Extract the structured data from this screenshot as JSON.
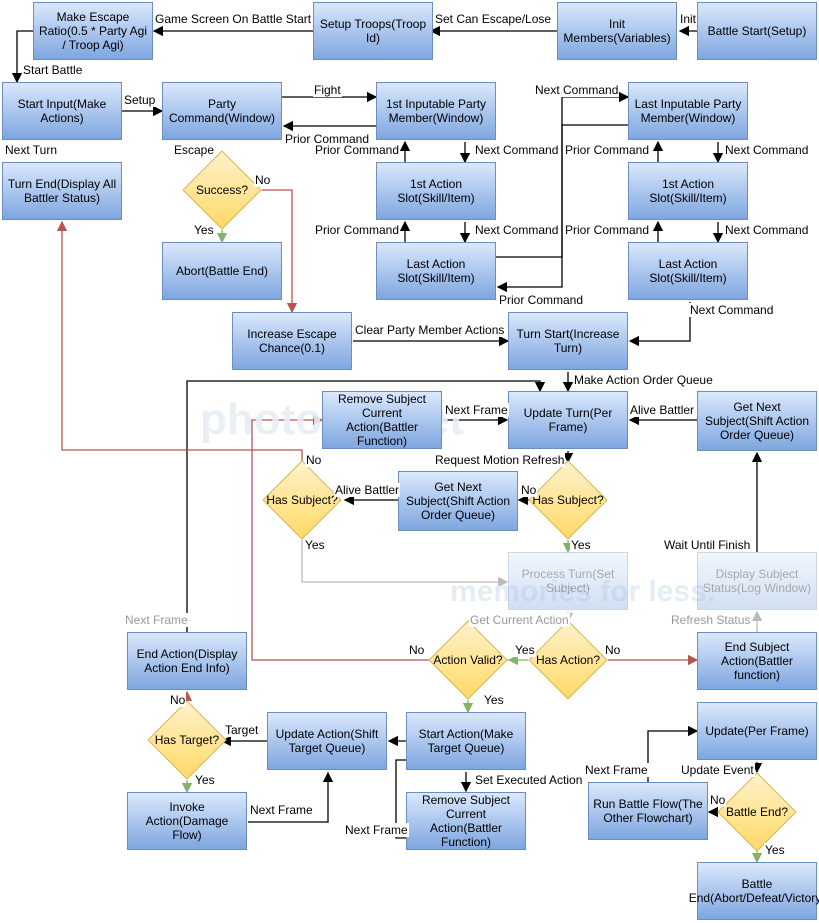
{
  "colors": {
    "box_top": "#dae8fc",
    "box_bottom": "#7ea6e0",
    "box_border": "#6c8ebf",
    "diamond_top": "#fff2cc",
    "diamond_bottom": "#ffd966",
    "diamond_border": "#d6b656",
    "edge": "#000000",
    "edge_no": "#b85450",
    "edge_yes": "#82b366"
  },
  "nodes": {
    "battle_start": "Battle Start(Setup)",
    "init_members": "Init Members(Variables)",
    "setup_troops": "Setup Troops(Troop Id)",
    "make_escape_ratio": "Make Escape Ratio(0.5 * Party Agi / Troop Agi)",
    "start_input": "Start Input(Make Actions)",
    "party_command": "Party Command(Window)",
    "first_party_member": "1st Inputable Party Member(Window)",
    "last_party_member": "Last Inputable Party Member(Window)",
    "turn_end": "Turn End(Display All Battler Status)",
    "success": "Success?",
    "first_slot_left": "1st Action Slot(Skill/Item)",
    "first_slot_right": "1st Action Slot(Skill/Item)",
    "abort": "Abort(Battle End)",
    "last_slot_left": "Last Action Slot(Skill/Item)",
    "last_slot_right": "Last Action Slot(Skill/Item)",
    "increase_escape": "Increase Escape Chance(0.1)",
    "turn_start": "Turn Start(Increase Turn)",
    "remove_subject_top": "Remove Subject Current Action(Battler Function)",
    "update_turn": "Update Turn(Per Frame)",
    "get_next_subject_right": "Get Next Subject(Shift Action Order Queue)",
    "has_subject_left": "Has Subject?",
    "get_next_subject_mid": "Get Next Subject(Shift Action Order Queue)",
    "has_subject_right": "Has Subject?",
    "process_turn": "Process Turn(Set Subject)",
    "display_subject_status": "Display Subject Status(Log Window)",
    "end_action": "End Action(Display Action End Info)",
    "action_valid": "Action Valid?",
    "has_action": "Has Action?",
    "end_subject_action": "End Subject Action(Battler function)",
    "has_target": "Has Target?",
    "update_action": "Update Action(Shift Target Queue)",
    "start_action": "Start Action(Make Target Queue)",
    "update_per_frame": "Update(Per Frame)",
    "invoke_action": "Invoke Action(Damage Flow)",
    "remove_subject_bottom": "Remove Subject Current Action(Battler Function)",
    "run_battle_flow": "Run Battle Flow(The Other Flowchart)",
    "battle_end_q": "Battle End?",
    "battle_end": "Battle End(Abort/Defeat/Victory)"
  },
  "edge_labels": {
    "init": "Init",
    "set_can_escape": "Set Can Escape/Lose",
    "game_screen": "Game Screen On Battle Start",
    "start_battle": "Start Battle",
    "setup": "Setup",
    "fight": "Fight",
    "prior_cmd_1": "Prior Command",
    "next_cmd_top": "Next Command",
    "next_turn": "Next Turn",
    "escape": "Escape",
    "no_success": "No",
    "prior_cmd_2": "Prior Command",
    "next_cmd_2": "Next Command",
    "prior_cmd_3": "Prior Command",
    "next_cmd_3": "Next Command",
    "yes_success": "Yes",
    "prior_cmd_4": "Prior Command",
    "next_cmd_4": "Next Command",
    "prior_cmd_5": "Prior Command",
    "next_cmd_5": "Next Command",
    "prior_cmd_6": "Prior Command",
    "next_cmd_6": "Next Command",
    "clear_party": "Clear Party Member Actions",
    "make_action_order": "Make Action Order Queue",
    "next_frame_1": "Next Frame",
    "alive_battler_1": "Alive Battler",
    "no_has_subject_left": "No",
    "request_motion": "Request Motion Refresh",
    "alive_battler_2": "Alive Battler",
    "no_has_subject_right": "No",
    "yes_has_subject_left": "Yes",
    "yes_has_subject_right": "Yes",
    "wait_until_finish": "Wait Until Finish",
    "next_frame_2": "Next Frame",
    "get_current_action": "Get Current Action",
    "refresh_status": "Refresh Status",
    "no_action_valid": "No",
    "yes_has_action": "Yes",
    "no_has_action": "No",
    "no_has_target": "No",
    "target": "Target",
    "yes_action_valid": "Yes",
    "yes_has_target": "Yes",
    "set_executed": "Set Executed Action",
    "next_frame_3": "Next Frame",
    "update_event": "Update Event",
    "next_frame_4": "Next Frame",
    "next_frame_5": "Next Frame",
    "no_battle_end": "No",
    "yes_battle_end": "Yes"
  },
  "watermark": {
    "line1": "photobucket",
    "line2": "memories for less."
  }
}
